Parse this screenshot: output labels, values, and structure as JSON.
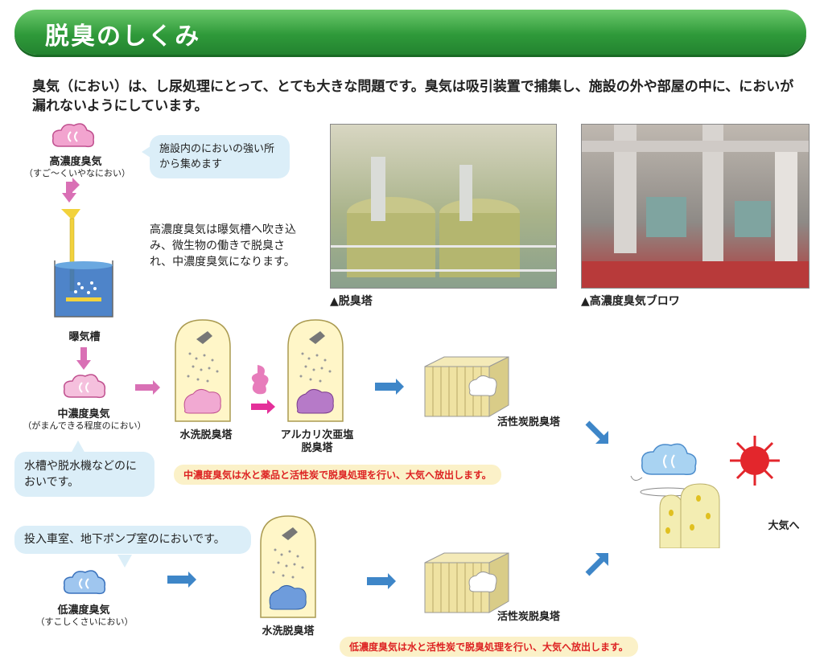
{
  "header": {
    "title": "脱臭のしくみ"
  },
  "intro": {
    "text": "臭気（におい）は、し尿処理にとって、とても大きな問題です。臭気は吸引装置で捕集し、施設の外や部屋の中に、においが漏れないようにしています。"
  },
  "high": {
    "title": "高濃度臭気",
    "sub": "（すご～くいやなにおい）",
    "bubble": "施設内のにおいの強い所から集めます",
    "note": "高濃度臭気は曝気槽へ吹き込み、微生物の働きで脱臭され、中濃度臭気になります。"
  },
  "aeration_tank": {
    "label": "曝気槽"
  },
  "photos": {
    "tower": "▲脱臭塔",
    "blower": "▲高濃度臭気ブロワ"
  },
  "mid": {
    "title": "中濃度臭気",
    "sub": "（がまんできる程度のにおい）",
    "bubble": "水槽や脱水機などのにおいです。",
    "tower1": "水洗脱臭塔",
    "tower2_line1": "アルカリ次亜塩",
    "tower2_line2": "脱臭塔",
    "carbon": "活性炭脱臭塔",
    "note": "中濃度臭気は水と薬品と活性炭で脱臭処理を行い、大気へ放出します。"
  },
  "low": {
    "bubble": "投入車室、地下ポンプ室のにおいです。",
    "title": "低濃度臭気",
    "sub": "（すこしくさいにおい）",
    "tower1": "水洗脱臭塔",
    "carbon": "活性炭脱臭塔",
    "note": "低濃度臭気は水と活性炭で脱臭処理を行い、大気へ放出します。"
  },
  "atmosphere": {
    "label": "大気へ"
  },
  "colors": {
    "header": "#2f9a3a",
    "bubble": "#dbeef8",
    "arrow_blue": "#3e86c8",
    "arrow_pink": "#d970b5",
    "note_text": "#dd2222",
    "note_bg": "#fbf1c8"
  }
}
